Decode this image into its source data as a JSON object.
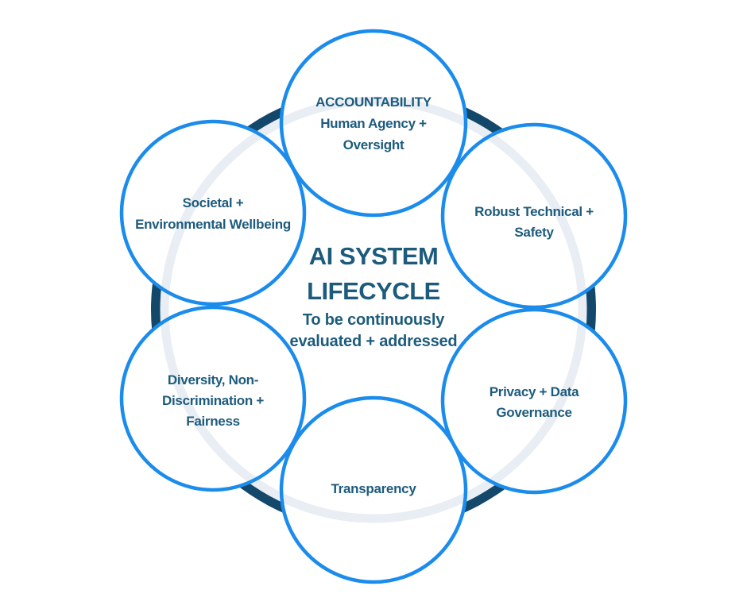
{
  "diagram": {
    "center": {
      "title_line1": "AI SYSTEM",
      "title_line2": "LIFECYCLE",
      "subtitle_line1": "To be continuously",
      "subtitle_line2": "evaluated + addressed"
    },
    "nodes": [
      {
        "id": "accountability",
        "label_lines": [
          "ACCOUNTABILITY",
          "Human Agency +",
          "Oversight"
        ]
      },
      {
        "id": "robust-technical-safety",
        "label_lines": [
          "Robust Technical +",
          "Safety"
        ]
      },
      {
        "id": "privacy-data-governance",
        "label_lines": [
          "Privacy + Data",
          "Governance"
        ]
      },
      {
        "id": "transparency",
        "label_lines": [
          "Transparency"
        ]
      },
      {
        "id": "diversity-fairness",
        "label_lines": [
          "Diversity, Non-",
          "Discrimination +",
          "Fairness"
        ]
      },
      {
        "id": "societal-wellbeing",
        "label_lines": [
          "Societal +",
          "Environmental Wellbeing"
        ]
      }
    ],
    "colors": {
      "node_border": "#1B8CEC",
      "node_fill": "#FFFFFF",
      "lifecycle_disc": "#14486B",
      "inner_disc": "#FFFFFF",
      "accent_ring": "#E9EEF4",
      "text": "#1D5B7D"
    }
  }
}
